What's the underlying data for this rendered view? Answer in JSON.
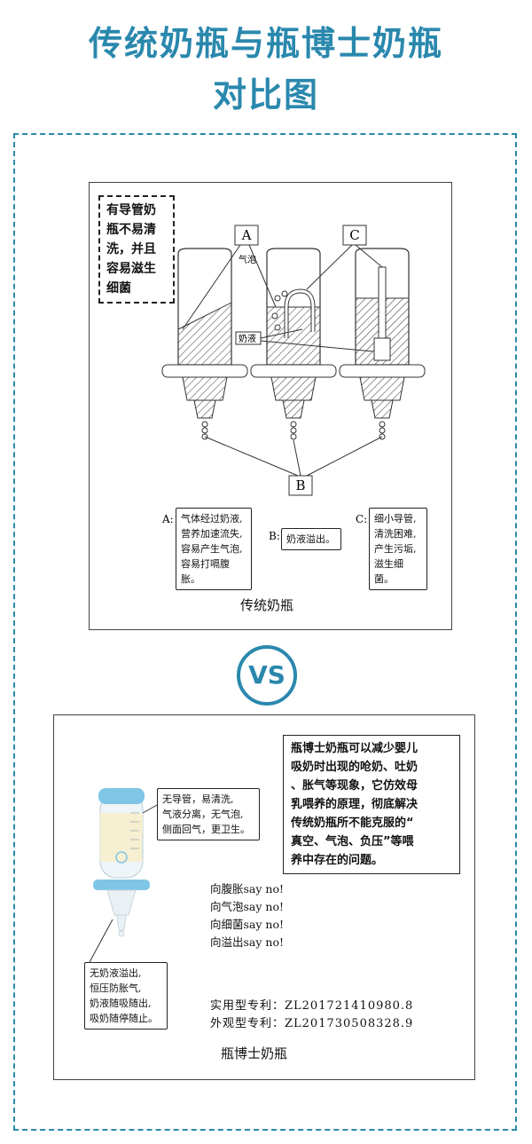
{
  "header": {
    "title_line1": "传统奶瓶与瓶博士奶瓶",
    "title_line2": "对比图"
  },
  "top_panel": {
    "warning_lines": [
      "有导管奶",
      "瓶不易清",
      "洗，并且",
      "容易滋生",
      "细菌"
    ],
    "marker_a": "A",
    "marker_b": "B",
    "marker_c": "C",
    "bubble_label": "气泡",
    "milk_label": "奶液",
    "prefix_a": "A:",
    "prefix_b": "B:",
    "prefix_c": "C:",
    "note_a": [
      "气体经过奶液,",
      "营养加速流失,",
      "容易产生气泡,",
      "容易打嗝腹胀。"
    ],
    "note_b": [
      "奶液溢出。"
    ],
    "note_c": [
      "细小导管,",
      "清洗困难,",
      "产生污垢,",
      "滋生细菌。"
    ],
    "caption": "传统奶瓶"
  },
  "vs_label": "VS",
  "bottom_panel": {
    "description": [
      "瓶博士奶瓶可以减少婴儿",
      "吸奶时出现的呛奶、吐奶",
      "、胀气等现象，它仿效母",
      "乳喂养的原理，彻底解决",
      "传统奶瓶所不能克服的“",
      "真空、气泡、负压”等喂",
      "养中存在的问题。"
    ],
    "feature_note": [
      "无导管，易清洗,",
      "气液分离，无气泡,",
      "侧面回气，更卫生。"
    ],
    "nipple_note": [
      "无奶液溢出,",
      "恒压防胀气,",
      "奶液随吸随出,",
      "吸奶随停随止。"
    ],
    "slogans": [
      "向腹胀say no!",
      "向气泡say no!",
      "向细菌say no!",
      "向溢出say no!"
    ],
    "patents": [
      "实用型专利：ZL201721410980.8",
      "外观型专利：ZL201730508328.9"
    ],
    "caption": "瓶博士奶瓶"
  },
  "colors": {
    "accent": "#2a88ad",
    "bottle_cap": "#7fc6e6",
    "milk_fill": "#f6efd2"
  }
}
